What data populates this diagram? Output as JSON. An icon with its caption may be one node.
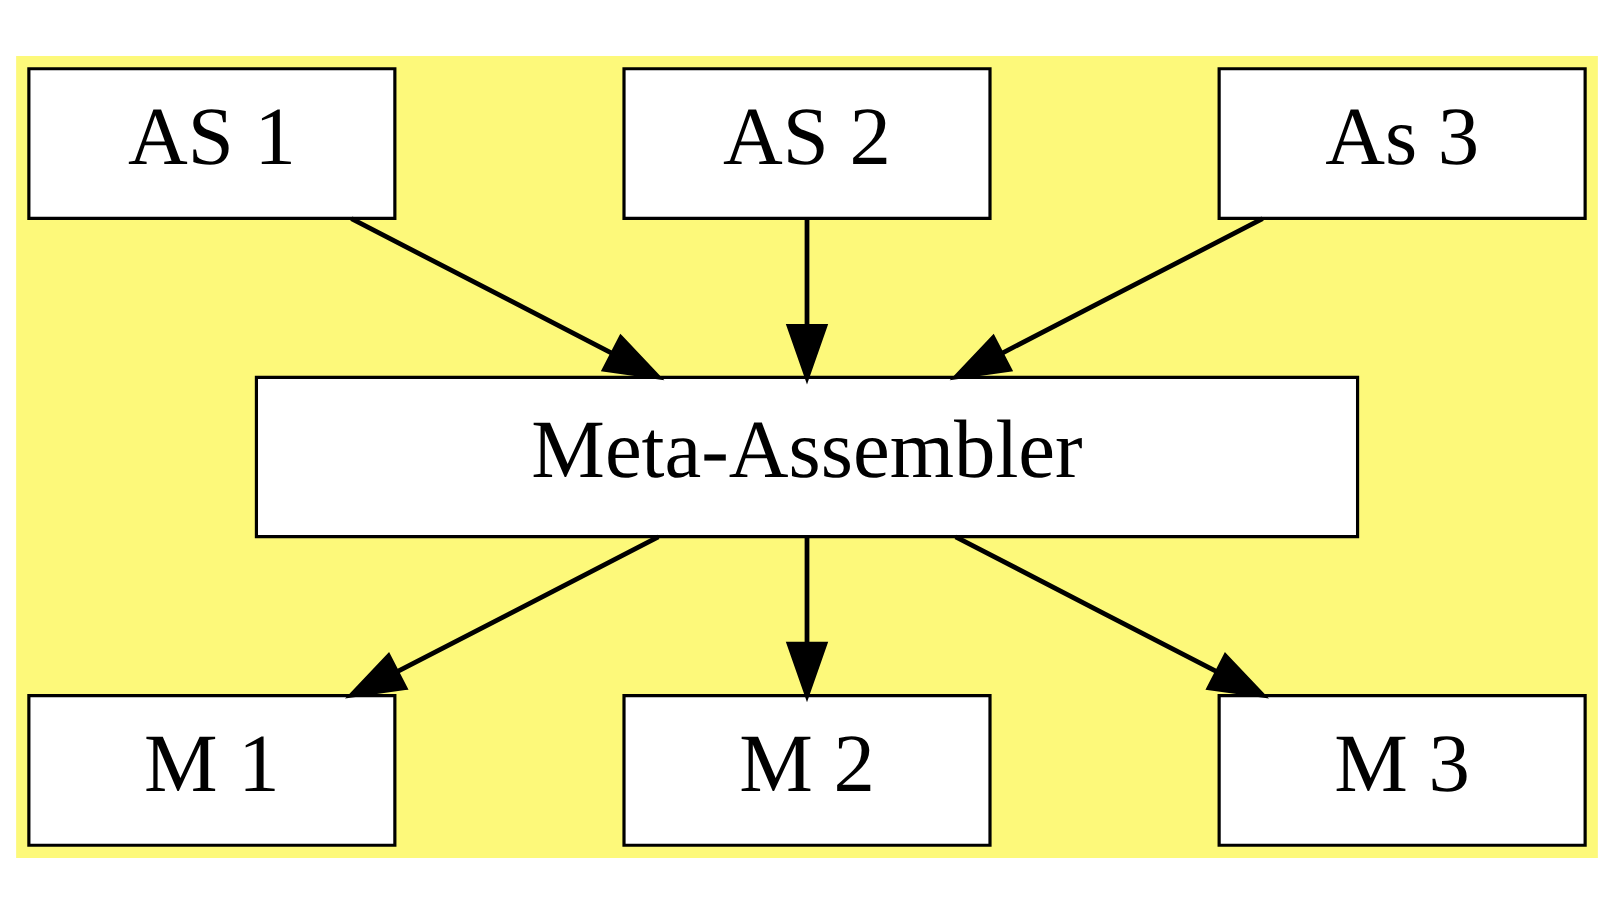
{
  "diagram": {
    "nodes": [
      {
        "text": [
          "AS 1"
        ]
      },
      {
        "text": [
          "AS 2"
        ]
      },
      {
        "text": [
          "As 3"
        ]
      },
      {
        "text": [
          "Meta-Assembler"
        ]
      },
      {
        "text": [
          "M 1"
        ]
      },
      {
        "text": [
          "M 2"
        ]
      },
      {
        "text": [
          "M 3"
        ]
      }
    ],
    "edges": [
      {
        "from": 0,
        "to": 3,
        "arrow": "to"
      },
      {
        "from": 1,
        "to": 3,
        "arrow": "to"
      },
      {
        "from": 2,
        "to": 3,
        "arrow": "to"
      },
      {
        "from": 3,
        "to": 4,
        "arrow": "to"
      },
      {
        "from": 3,
        "to": 5,
        "arrow": "to"
      },
      {
        "from": 3,
        "to": 6,
        "arrow": "to"
      }
    ]
  }
}
